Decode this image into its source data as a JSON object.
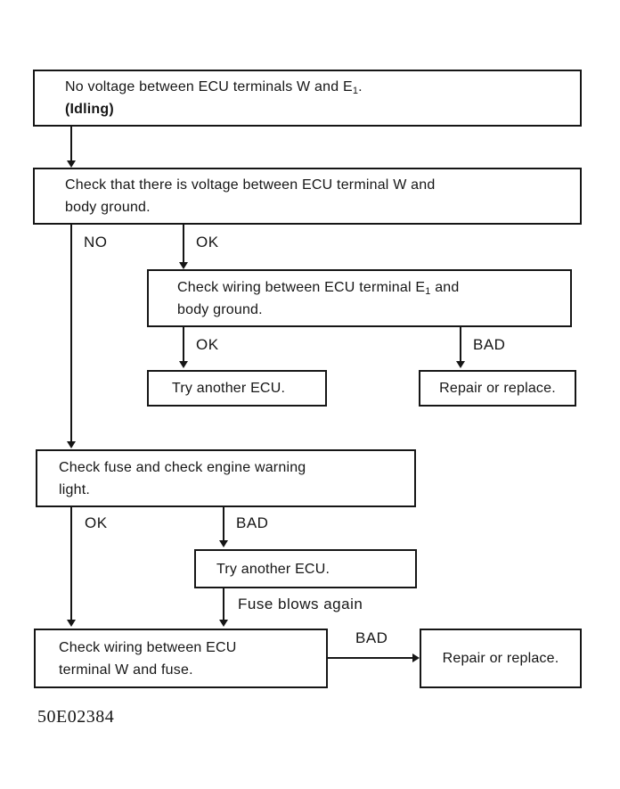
{
  "page": {
    "figure_code": "50E02384"
  },
  "colors": {
    "ink": "#161616",
    "paper": "#ffffff"
  },
  "nodes": {
    "no_voltage": {
      "line1_pre": "No voltage between ECU terminals W and E",
      "line1_sub": "1",
      "line1_post": ".",
      "line2": "(Idling)"
    },
    "check_voltage_w_ground": {
      "line1": "Check that there is voltage between ECU terminal W and",
      "line2": "body ground."
    },
    "check_wiring_e1_ground": {
      "line1_pre": "Check wiring between ECU terminal E",
      "line1_sub": "1",
      "line1_post": " and",
      "line2": "body ground."
    },
    "try_another_ecu_1": {
      "label": "Try another ECU."
    },
    "repair_or_replace_1": {
      "label": "Repair or replace."
    },
    "check_fuse_warning_light": {
      "line1": "Check fuse and check engine warning",
      "line2": "light."
    },
    "try_another_ecu_2": {
      "label": "Try another ECU."
    },
    "check_wiring_w_fuse": {
      "line1": "Check wiring between ECU",
      "line2": "terminal W and fuse."
    },
    "repair_or_replace_2": {
      "label": "Repair or replace."
    }
  },
  "edge_labels": {
    "no": "NO",
    "ok_1": "OK",
    "ok_2": "OK",
    "bad_1": "BAD",
    "ok_3": "OK",
    "bad_2": "BAD",
    "fuse_blows_again": "Fuse blows again",
    "bad_3": "BAD"
  }
}
